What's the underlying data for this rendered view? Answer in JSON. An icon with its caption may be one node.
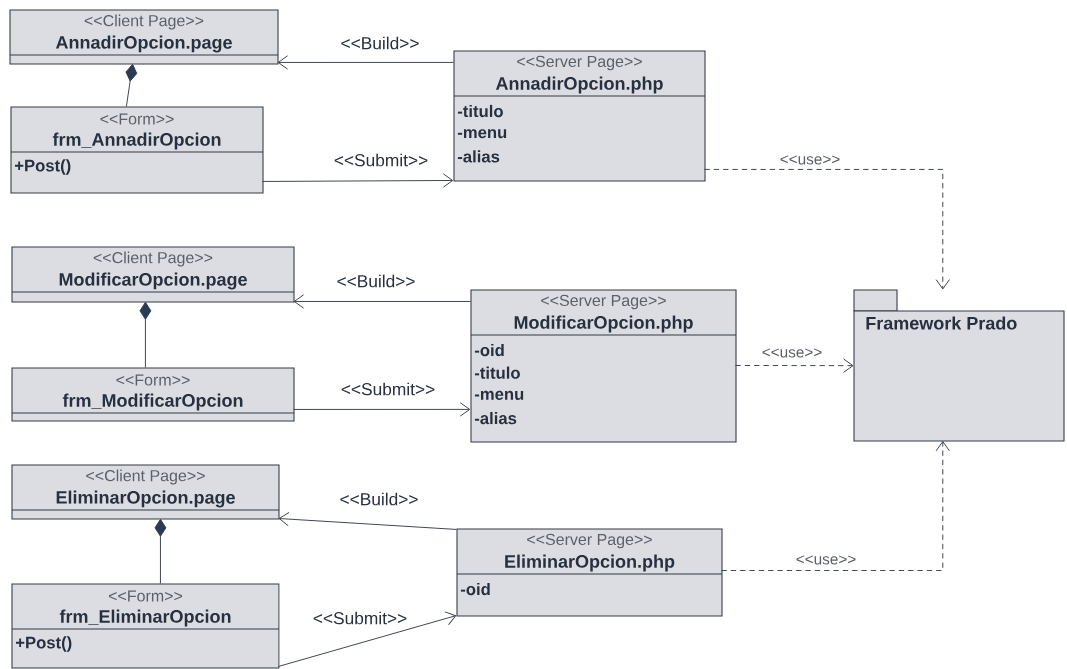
{
  "diagram": {
    "nodes": [
      {
        "text": [
          "<<Client Page>>",
          "AnnadirOpcion.page"
        ]
      },
      {
        "text": [
          "<<Form>>",
          "frm_AnnadirOpcion",
          "+Post()"
        ]
      },
      {
        "text": [
          "<<Server Page>>",
          "AnnadirOpcion.php",
          "-titulo",
          "-menu",
          "-alias"
        ]
      },
      {
        "text": [
          "<<Client Page>>",
          "ModificarOpcion.page"
        ]
      },
      {
        "text": [
          "<<Form>>",
          "frm_ModificarOpcion"
        ]
      },
      {
        "text": [
          "<<Server Page>>",
          "ModificarOpcion.php",
          "-oid",
          "-titulo",
          "-menu",
          "-alias"
        ]
      },
      {
        "text": [
          "Framework Prado"
        ]
      },
      {
        "text": [
          "<<Client Page>>",
          "EliminarOpcion.page"
        ]
      },
      {
        "text": [
          "<<Form>>",
          "frm_EliminarOpcion",
          "+Post()"
        ]
      },
      {
        "text": [
          "<<Server Page>>",
          "EliminarOpcion.php",
          "-oid"
        ]
      }
    ],
    "edges": [
      {
        "from": 1,
        "to": 0,
        "arrow": "other"
      },
      {
        "from": 2,
        "to": 0,
        "arrow": "to",
        "label": "<<Build>>"
      },
      {
        "from": 1,
        "to": 2,
        "arrow": "to",
        "label": "<<Submit>>"
      },
      {
        "from": 2,
        "to": 6,
        "arrow": "to",
        "label": "<<use>>",
        "style": "dashed"
      },
      {
        "from": 4,
        "to": 3,
        "arrow": "other"
      },
      {
        "from": 5,
        "to": 3,
        "arrow": "to",
        "label": "<<Build>>"
      },
      {
        "from": 4,
        "to": 5,
        "arrow": "to",
        "label": "<<Submit>>"
      },
      {
        "from": 5,
        "to": 6,
        "arrow": "to",
        "label": "<<use>>",
        "style": "dashed"
      },
      {
        "from": 8,
        "to": 7,
        "arrow": "other"
      },
      {
        "from": 9,
        "to": 7,
        "arrow": "to",
        "label": "<<Build>>"
      },
      {
        "from": 8,
        "to": 9,
        "arrow": "to",
        "label": "<<Submit>>"
      },
      {
        "from": 9,
        "to": 6,
        "arrow": "to",
        "label": "<<use>>",
        "style": "dashed"
      }
    ]
  }
}
